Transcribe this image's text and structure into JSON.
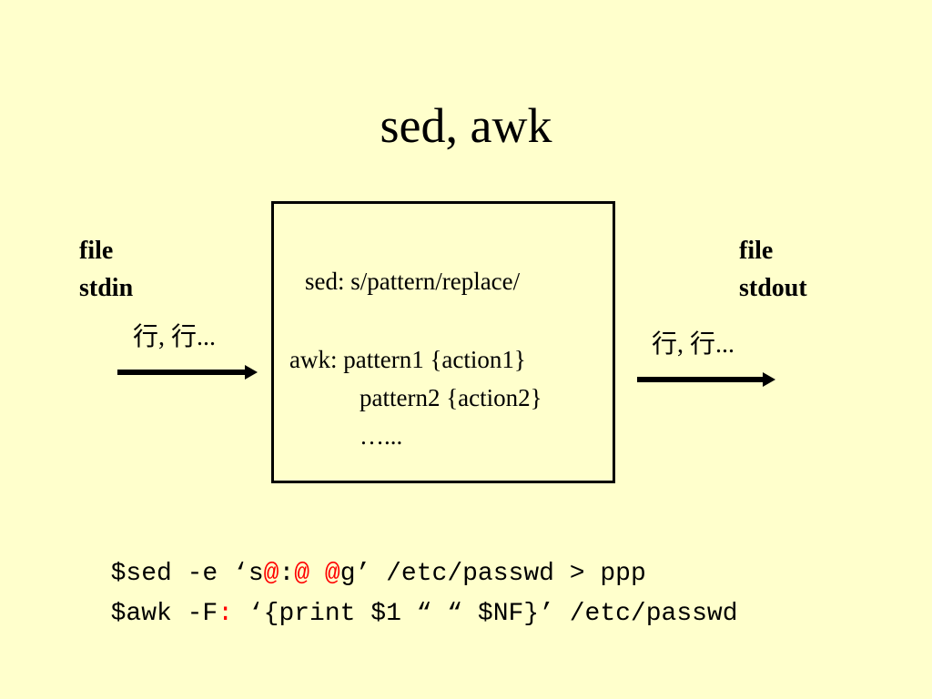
{
  "title": "sed, awk",
  "input": {
    "labels": [
      "file",
      "stdin"
    ],
    "flow_text": "行, 行..."
  },
  "output": {
    "labels": [
      "file",
      "stdout"
    ],
    "flow_text": "行, 行..."
  },
  "box": {
    "sed_rule": "sed: s/pattern/replace/",
    "awk_rules": [
      "awk: pattern1 {action1}",
      "pattern2 {action2}",
      "…..."
    ]
  },
  "commands": [
    {
      "segments": [
        {
          "text": "$sed -e ‘s",
          "highlight": false
        },
        {
          "text": "@",
          "highlight": true
        },
        {
          "text": ":",
          "highlight": false
        },
        {
          "text": "@",
          "highlight": true
        },
        {
          "text": " ",
          "highlight": false
        },
        {
          "text": "@",
          "highlight": true
        },
        {
          "text": "g’ /etc/passwd > ppp",
          "highlight": false
        }
      ]
    },
    {
      "segments": [
        {
          "text": "$awk -F",
          "highlight": false
        },
        {
          "text": ":",
          "highlight": true
        },
        {
          "text": " ‘{print $1 “ “ $NF}’ /etc/passwd",
          "highlight": false
        }
      ]
    }
  ],
  "colors": {
    "background": "#ffffcc",
    "text": "#000000",
    "highlight": "#ff0000"
  }
}
